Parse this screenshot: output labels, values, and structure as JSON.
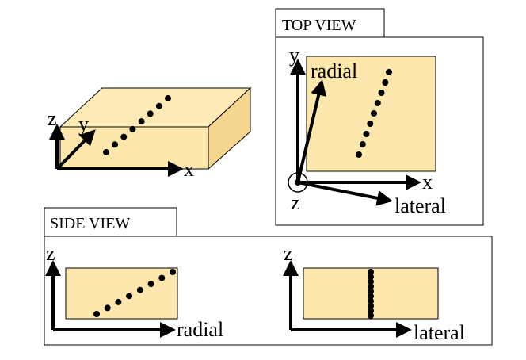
{
  "colors": {
    "block_fill": "#fde7ad",
    "block_top": "#fdeab6",
    "block_side": "#f5d68f",
    "stroke": "#000000",
    "background": "#ffffff"
  },
  "block_3d": {
    "axis_z": "z",
    "axis_y": "y",
    "axis_x": "x"
  },
  "top_view": {
    "title": "TOP VIEW",
    "axis_y": "y",
    "axis_x": "x",
    "axis_z": "z",
    "vector_radial": "radial",
    "vector_lateral": "lateral"
  },
  "side_view": {
    "title": "SIDE VIEW",
    "left_panel": {
      "axis_z": "z",
      "axis_horizontal": "radial"
    },
    "right_panel": {
      "axis_z": "z",
      "axis_horizontal": "lateral"
    }
  }
}
